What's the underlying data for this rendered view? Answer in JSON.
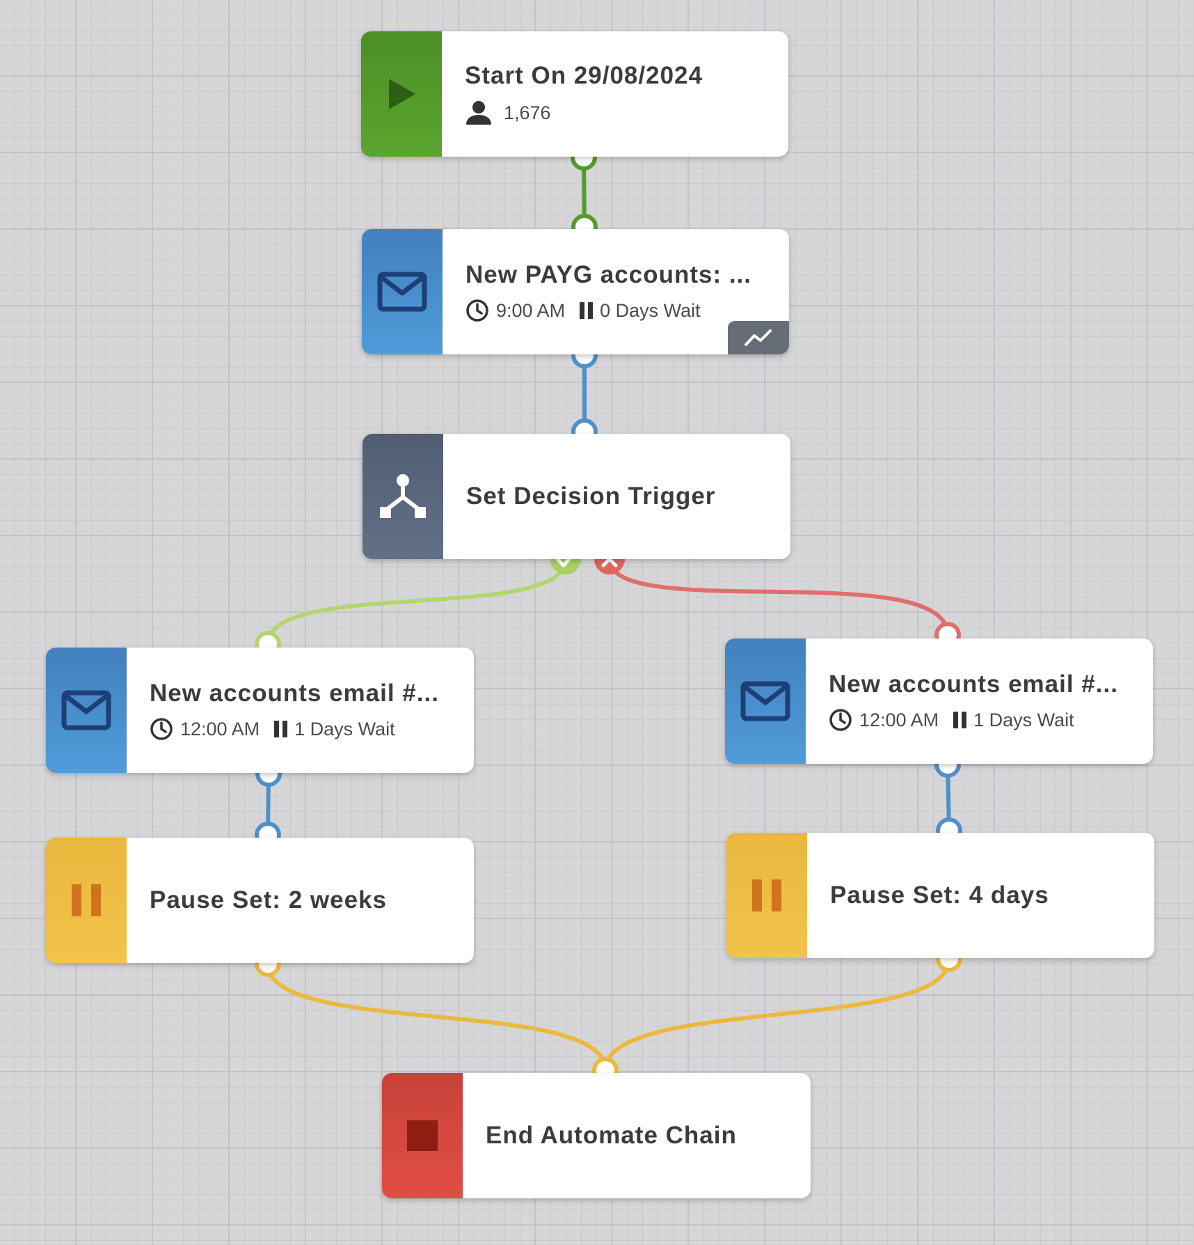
{
  "colors": {
    "start": "#559b2b",
    "email": "#4a8fcf",
    "decision": "#5b677c",
    "pause": "#f0bf45",
    "end": "#d8483f",
    "yes_branch": "#b4d66e",
    "no_branch": "#e06e6a",
    "blue_connector": "#4f90c8",
    "green_connector": "#559b2b",
    "yellow_connector": "#ebb93e"
  },
  "nodes": {
    "start": {
      "title": "Start On 29/08/2024",
      "count": "1,676",
      "icon": "play-icon"
    },
    "email1": {
      "title": "New PAYG accounts: ...",
      "time": "9:00 AM",
      "wait": "0 Days Wait",
      "icon": "envelope-icon"
    },
    "decision": {
      "title": "Set Decision Trigger",
      "icon": "split-branch-icon"
    },
    "email_yes": {
      "title": "New accounts email #...",
      "time": "12:00 AM",
      "wait": "1 Days Wait",
      "icon": "envelope-icon"
    },
    "email_no": {
      "title": "New accounts email #...",
      "time": "12:00 AM",
      "wait": "1 Days Wait",
      "icon": "envelope-icon"
    },
    "pause_yes": {
      "title": "Pause Set: 2 weeks",
      "icon": "pause-icon"
    },
    "pause_no": {
      "title": "Pause Set: 4 days",
      "icon": "pause-icon"
    },
    "end": {
      "title": "End Automate Chain",
      "icon": "stop-icon"
    }
  }
}
